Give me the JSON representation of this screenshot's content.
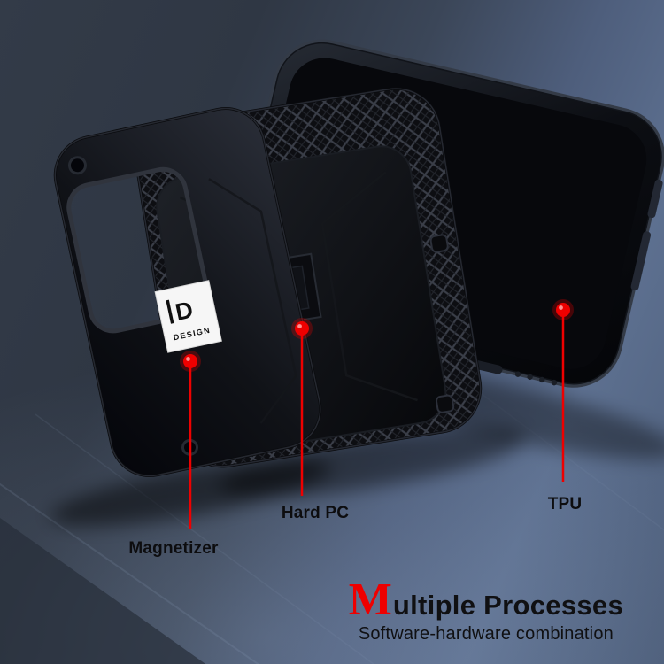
{
  "labels": {
    "magnetizer": "Magnetizer",
    "hard_pc": "Hard PC",
    "tpu": "TPU"
  },
  "title": {
    "initial": "M",
    "rest": "ultiple Processes",
    "subtitle": "Software-hardware combination"
  },
  "case_label": {
    "logo": "D",
    "brand": "DESIGN"
  },
  "colors": {
    "accent_red": "#ee0000",
    "background_dark": "#303845",
    "background_light": "#5e7191",
    "case_black": "#0a0b0e",
    "label_card_bg": "#f6f6f6",
    "text_dark": "#101010"
  }
}
